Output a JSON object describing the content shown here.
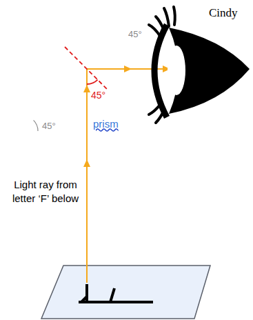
{
  "diagram": {
    "nodes": [
      {
        "text": [
          "prism"
        ]
      }
    ],
    "labels": [
      "45°",
      "45°",
      "45°",
      "Cindy",
      "Light ray from letter ‘F’ below"
    ]
  }
}
